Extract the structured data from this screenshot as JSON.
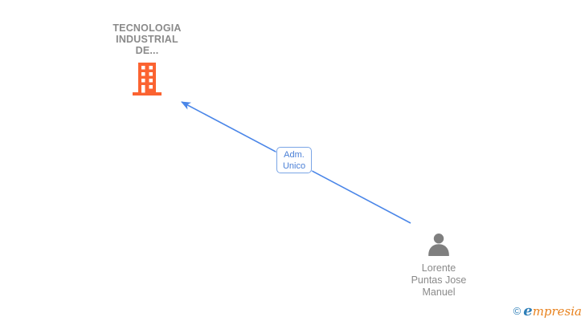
{
  "diagram": {
    "company": {
      "name": "TECNOLOGIA\nINDUSTRIAL\nDE..."
    },
    "relationship": {
      "label": "Adm.\nUnico"
    },
    "person": {
      "name": "Lorente\nPuntas Jose\nManuel"
    }
  },
  "watermark": {
    "copyright_symbol": "©",
    "brand_initial": "e",
    "brand_rest": "mpresia"
  },
  "colors": {
    "node_text_gray": "#8a8a8a",
    "building_orange": "#fb6331",
    "person_gray": "#7f7f7f",
    "edge_blue": "#4a86e8",
    "label_border_blue": "#7aa5e6",
    "label_text_blue": "#4a7fd6",
    "brand_blue": "#2e7fb8",
    "brand_orange": "#e8821e"
  }
}
